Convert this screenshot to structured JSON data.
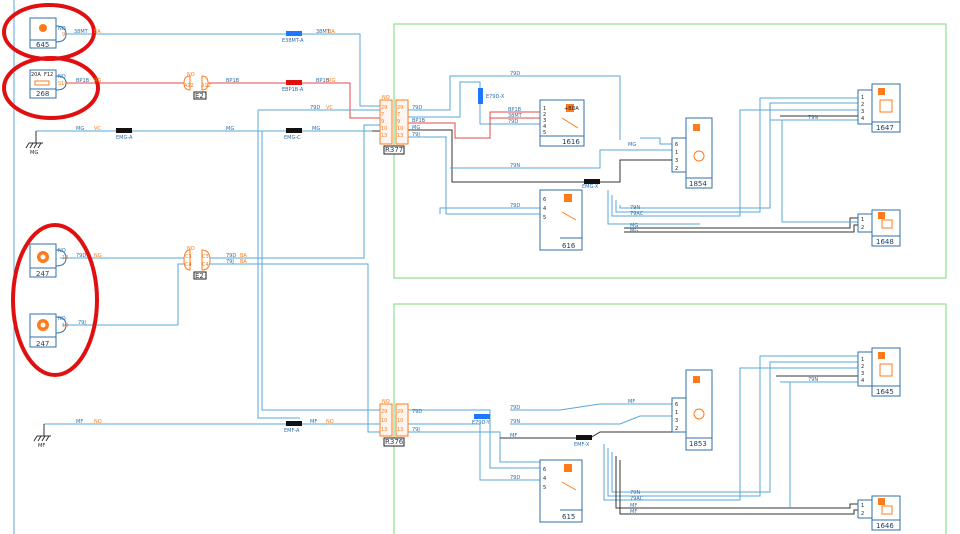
{
  "diagram": {
    "circled_components": [
      {
        "id": "645",
        "connector": "NO",
        "pin": "9",
        "wire": "38MT",
        "shown": "circled"
      },
      {
        "id": "268",
        "rating": "20A",
        "fuse": "F12",
        "connector": "NO",
        "pin": "S12",
        "wire": "BP1B"
      },
      {
        "id": "247",
        "connector": "NO",
        "pin": "13",
        "wire": "79D"
      },
      {
        "id": "247",
        "connector": "NO",
        "pin": "13",
        "wire": "79J"
      }
    ],
    "grounds": [
      {
        "id": "MG",
        "wire": "MG",
        "splice": "EMG-A"
      },
      {
        "id": "MF",
        "wire": "MF",
        "splice": "EMF-A"
      }
    ],
    "connectors": {
      "c_r77": {
        "id": "R377",
        "left_label": "NO",
        "pins_left": [
          "29",
          "7",
          "9",
          "10",
          "13"
        ],
        "pins_right": [
          "29",
          "7",
          "9",
          "10",
          "13"
        ]
      },
      "c_r76": {
        "id": "R376",
        "left_label": "NO",
        "pins_left": [
          "29",
          "10",
          "13"
        ],
        "pins_right": [
          "29",
          "10",
          "13"
        ]
      },
      "c_e2a": {
        "id": "E2",
        "label": "NO",
        "pins": [
          "A12",
          "A12"
        ]
      },
      "c_e2b": {
        "id": "E2",
        "label": "NO",
        "pins": [
          "C3",
          "C3",
          "C4",
          "C4"
        ]
      }
    },
    "splices": [
      {
        "label": "E38MT-A",
        "color": "#1e78ff"
      },
      {
        "label": "EBP1B-A",
        "color": "#e01010"
      },
      {
        "label": "EMG-A",
        "color": "#111111"
      },
      {
        "label": "EMG-C",
        "color": "#111111"
      },
      {
        "label": "E79D-X",
        "color": "#1e78ff"
      },
      {
        "label": "EMG-X",
        "color": "#111111"
      },
      {
        "label": "EMF-A",
        "color": "#111111"
      },
      {
        "label": "E79D-Y",
        "color": "#1e78ff"
      },
      {
        "label": "EMF-X",
        "color": "#111111"
      }
    ],
    "wire_labels": {
      "w38mt": "38MT",
      "wbp1b": "BP1B",
      "wmg": "MG",
      "wmf": "MF",
      "w79d": "79D",
      "w79j": "79J",
      "w79n": "79N",
      "w79ac": "79AC",
      "wvo": "VO",
      "wno": "NO",
      "wmg2": "MG",
      "wmf2": "MF",
      "c_vc": "VC",
      "c_rg": "RG",
      "c_bs": "BA",
      "c_ng": "NG"
    },
    "top_group": {
      "units": [
        {
          "id": "1616",
          "top": "+BDA",
          "pins": [
            "1",
            "2",
            "3",
            "4",
            "5"
          ]
        },
        {
          "id": "1854",
          "pins": [
            "6",
            "1",
            "3",
            "2"
          ]
        },
        {
          "id": "616",
          "pins": [
            "6",
            "4",
            "5"
          ]
        },
        {
          "id": "1647",
          "pins": [
            "1",
            "2",
            "3",
            "4"
          ]
        },
        {
          "id": "1648",
          "pins": [
            "1",
            "2"
          ]
        }
      ]
    },
    "bottom_group": {
      "units": [
        {
          "id": "1853",
          "pins": [
            "6",
            "1",
            "3",
            "2"
          ]
        },
        {
          "id": "615",
          "pins": [
            "6",
            "4",
            "5"
          ]
        },
        {
          "id": "1645",
          "pins": [
            "1",
            "2",
            "3",
            "4"
          ]
        },
        {
          "id": "1646",
          "pins": [
            "1",
            "2"
          ]
        }
      ]
    },
    "colors": {
      "wire_blue": "#5aa7d8",
      "wire_red": "#e04848",
      "wire_black": "#333333",
      "component": "#2f6fa8",
      "icon_orange": "#ff7a1a",
      "group_border": "#8fe08a",
      "highlight": "#e01010"
    }
  }
}
